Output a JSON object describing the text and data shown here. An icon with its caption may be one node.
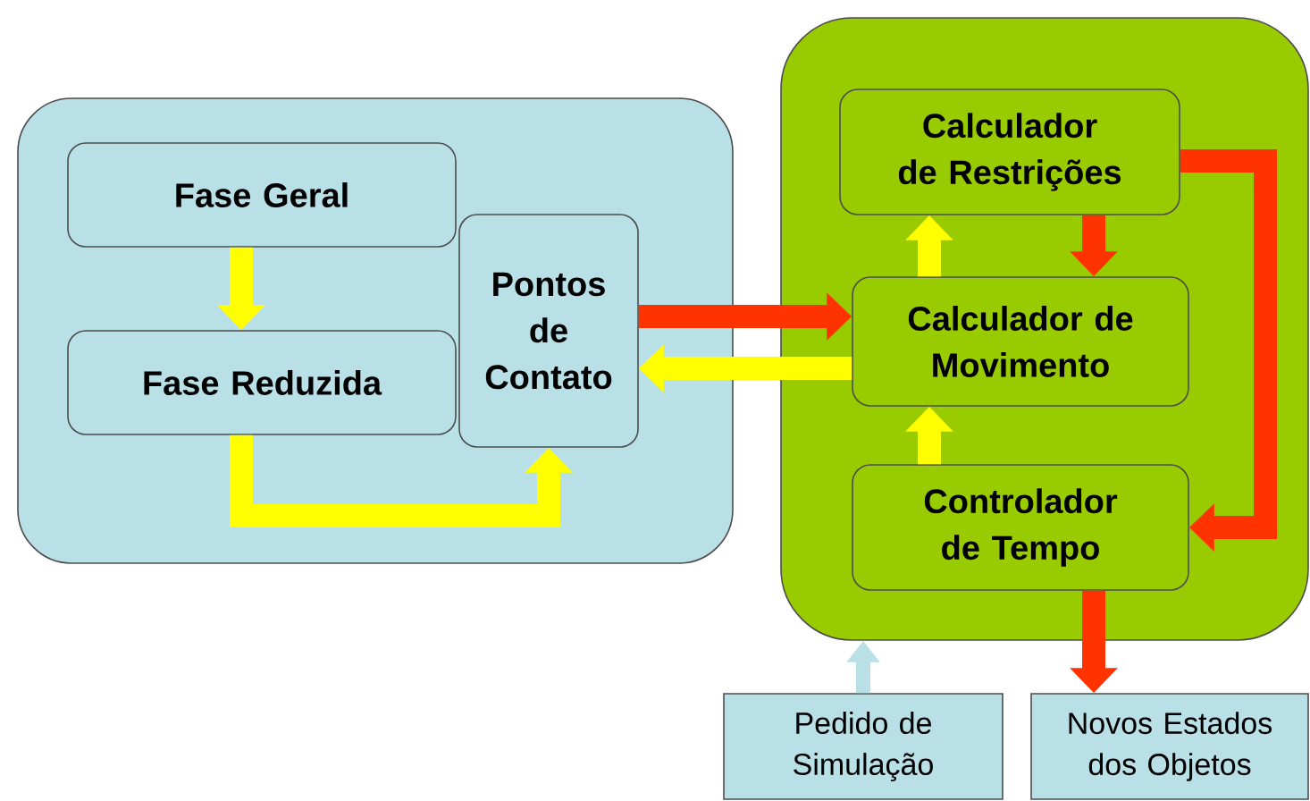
{
  "diagram": {
    "nodes": [
      {
        "text": [],
        "shape": "box"
      },
      {
        "text": [
          "Fase Geral"
        ],
        "in": 0
      },
      {
        "text": [
          "Fase Reduzida"
        ],
        "in": 0
      },
      {
        "text": [
          "Pontos de Contato"
        ],
        "in": 0
      },
      {
        "text": [],
        "shape": "box"
      },
      {
        "text": [
          "Calculador de Restrições"
        ],
        "in": 4
      },
      {
        "text": [
          "Calculador de Movimento"
        ],
        "in": 4
      },
      {
        "text": [
          "Controlador de Tempo"
        ],
        "in": 4
      },
      {
        "text": [
          "Pedido de Simulação"
        ]
      },
      {
        "text": [
          "Novos Estados dos Objetos"
        ]
      }
    ],
    "edges": [
      {
        "from": 1,
        "to": 2,
        "arrow": "to"
      },
      {
        "from": 2,
        "to": 3,
        "arrow": "to"
      },
      {
        "from": 3,
        "to": 6,
        "arrow": "to",
        "color": "#ff3300"
      },
      {
        "from": 6,
        "to": 3,
        "arrow": "to"
      },
      {
        "from": 7,
        "to": 6,
        "arrow": "to"
      },
      {
        "from": 6,
        "to": 5,
        "arrow": "to"
      },
      {
        "from": 5,
        "to": 6,
        "arrow": "to",
        "color": "#ff3300"
      },
      {
        "from": 5,
        "to": 7,
        "arrow": "to",
        "color": "#ff3300"
      },
      {
        "from": 8,
        "to": 4,
        "arrow": "to",
        "color": "#b9e0e6"
      },
      {
        "from": 7,
        "to": 9,
        "arrow": "to",
        "color": "#ff3300"
      }
    ]
  }
}
